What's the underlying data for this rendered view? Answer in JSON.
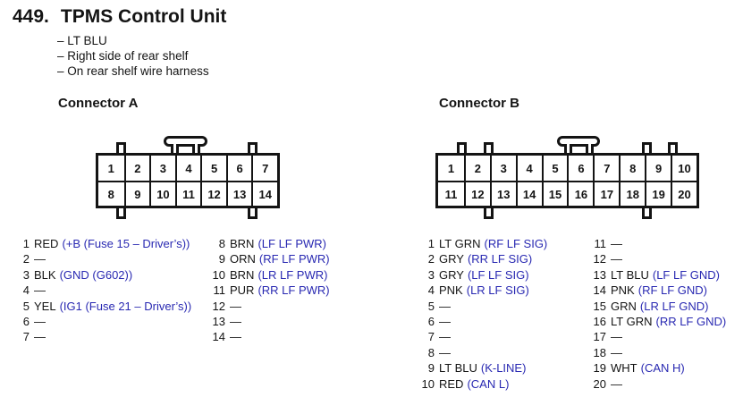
{
  "header": {
    "number": "449.",
    "title": "TPMS Control Unit",
    "notes": [
      "– LT BLU",
      "– Right side of rear shelf",
      "– On rear shelf wire harness"
    ]
  },
  "colors": {
    "signal_blue": "#2929b2",
    "ink": "#141414"
  },
  "connectors": [
    {
      "label": "Connector A",
      "cell_rows": [
        [
          "1",
          "2",
          "3",
          "4",
          "5",
          "6",
          "7"
        ],
        [
          "8",
          "9",
          "10",
          "11",
          "12",
          "13",
          "14"
        ]
      ],
      "pin_columns": [
        [
          {
            "n": "1",
            "wire": "RED",
            "sig": "(+B (Fuse 15 – Driver’s))"
          },
          {
            "n": "2",
            "wire": "—",
            "sig": ""
          },
          {
            "n": "3",
            "wire": "BLK",
            "sig": "(GND (G602))"
          },
          {
            "n": "4",
            "wire": "—",
            "sig": ""
          },
          {
            "n": "5",
            "wire": "YEL",
            "sig": "(IG1 (Fuse 21 – Driver’s))"
          },
          {
            "n": "6",
            "wire": "—",
            "sig": ""
          },
          {
            "n": "7",
            "wire": "—",
            "sig": ""
          }
        ],
        [
          {
            "n": "8",
            "wire": "BRN",
            "sig": "(LF LF PWR)"
          },
          {
            "n": "9",
            "wire": "ORN",
            "sig": "(RF LF PWR)"
          },
          {
            "n": "10",
            "wire": "BRN",
            "sig": "(LR LF PWR)"
          },
          {
            "n": "11",
            "wire": "PUR",
            "sig": "(RR LF PWR)"
          },
          {
            "n": "12",
            "wire": "—",
            "sig": ""
          },
          {
            "n": "13",
            "wire": "—",
            "sig": ""
          },
          {
            "n": "14",
            "wire": "—",
            "sig": ""
          }
        ]
      ]
    },
    {
      "label": "Connector B",
      "cell_rows": [
        [
          "1",
          "2",
          "3",
          "4",
          "5",
          "6",
          "7",
          "8",
          "9",
          "10"
        ],
        [
          "11",
          "12",
          "13",
          "14",
          "15",
          "16",
          "17",
          "18",
          "19",
          "20"
        ]
      ],
      "pin_columns": [
        [
          {
            "n": "1",
            "wire": "LT GRN",
            "sig": "(RF LF SIG)"
          },
          {
            "n": "2",
            "wire": "GRY",
            "sig": "(RR LF SIG)"
          },
          {
            "n": "3",
            "wire": "GRY",
            "sig": "(LF LF SIG)"
          },
          {
            "n": "4",
            "wire": "PNK",
            "sig": "(LR LF SIG)"
          },
          {
            "n": "5",
            "wire": "—",
            "sig": ""
          },
          {
            "n": "6",
            "wire": "—",
            "sig": ""
          },
          {
            "n": "7",
            "wire": "—",
            "sig": ""
          },
          {
            "n": "8",
            "wire": "—",
            "sig": ""
          },
          {
            "n": "9",
            "wire": "LT BLU",
            "sig": "(K-LINE)"
          },
          {
            "n": "10",
            "wire": "RED",
            "sig": "(CAN L)"
          }
        ],
        [
          {
            "n": "11",
            "wire": "—",
            "sig": ""
          },
          {
            "n": "12",
            "wire": "—",
            "sig": ""
          },
          {
            "n": "13",
            "wire": "LT BLU",
            "sig": "(LF LF GND)"
          },
          {
            "n": "14",
            "wire": "PNK",
            "sig": "(RF LF GND)"
          },
          {
            "n": "15",
            "wire": "GRN",
            "sig": "(LR LF GND)"
          },
          {
            "n": "16",
            "wire": "LT GRN",
            "sig": "(RR LF GND)"
          },
          {
            "n": "17",
            "wire": "—",
            "sig": ""
          },
          {
            "n": "18",
            "wire": "—",
            "sig": ""
          },
          {
            "n": "19",
            "wire": "WHT",
            "sig": "(CAN H)"
          },
          {
            "n": "20",
            "wire": "—",
            "sig": ""
          }
        ]
      ]
    }
  ]
}
